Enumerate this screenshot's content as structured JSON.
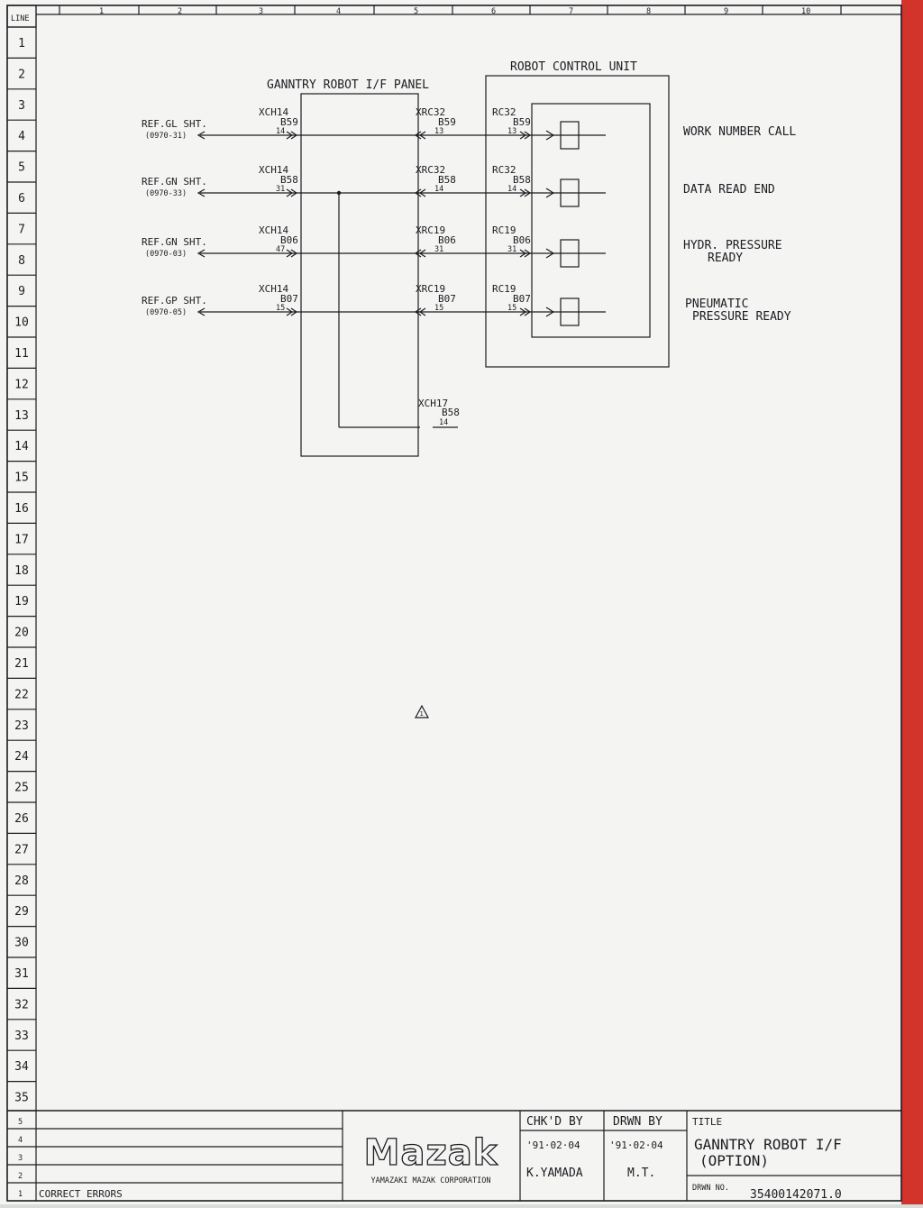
{
  "sheet": {
    "line_header": "LINE",
    "column_numbers": [
      "1",
      "2",
      "3",
      "4",
      "5",
      "6",
      "7",
      "8",
      "9",
      "10"
    ],
    "line_numbers": [
      "1",
      "2",
      "3",
      "4",
      "5",
      "6",
      "7",
      "8",
      "9",
      "10",
      "11",
      "12",
      "13",
      "14",
      "15",
      "16",
      "17",
      "18",
      "19",
      "20",
      "21",
      "22",
      "23",
      "24",
      "25",
      "26",
      "27",
      "28",
      "29",
      "30",
      "31",
      "32",
      "33",
      "34",
      "35"
    ]
  },
  "diagram": {
    "panel_title": "GANNTRY ROBOT I/F PANEL",
    "unit_title": "ROBOT CONTROL UNIT",
    "revision_marker": "1",
    "circuits": [
      {
        "ref": "REF.GL SHT.",
        "ref_sheet": "(0970-31)",
        "xch": "XCH14",
        "xch_wire": "B59",
        "xch_pin": "14",
        "xrc": "XRC32",
        "xrc_wire": "B59",
        "xrc_pin": "13",
        "rc": "RC32",
        "rc_wire": "B59",
        "rc_pin": "13",
        "signal": "WORK NUMBER CALL",
        "signal_2": ""
      },
      {
        "ref": "REF.GN SHT.",
        "ref_sheet": "(0970-33)",
        "xch": "XCH14",
        "xch_wire": "B58",
        "xch_pin": "31",
        "xrc": "XRC32",
        "xrc_wire": "B58",
        "xrc_pin": "14",
        "rc": "RC32",
        "rc_wire": "B58",
        "rc_pin": "14",
        "signal": "DATA READ END",
        "signal_2": ""
      },
      {
        "ref": "REF.GN SHT.",
        "ref_sheet": "(0970-03)",
        "xch": "XCH14",
        "xch_wire": "B06",
        "xch_pin": "47",
        "xrc": "XRC19",
        "xrc_wire": "B06",
        "xrc_pin": "31",
        "rc": "RC19",
        "rc_wire": "B06",
        "rc_pin": "31",
        "signal": "HYDR. PRESSURE",
        "signal_2": "READY"
      },
      {
        "ref": "REF.GP SHT.",
        "ref_sheet": "(0970-05)",
        "xch": "XCH14",
        "xch_wire": "B07",
        "xch_pin": "15",
        "xrc": "XRC19",
        "xrc_wire": "B07",
        "xrc_pin": "15",
        "rc": "RC19",
        "rc_wire": "B07",
        "rc_pin": "15",
        "signal": "PNEUMATIC",
        "signal_2": "PRESSURE READY"
      }
    ],
    "bottom_connector": {
      "name": "XCH17",
      "wire": "B58",
      "pin": "14"
    }
  },
  "title_block": {
    "revisions": [
      {
        "num": "5",
        "text": ""
      },
      {
        "num": "4",
        "text": ""
      },
      {
        "num": "3",
        "text": ""
      },
      {
        "num": "2",
        "text": ""
      },
      {
        "num": "1",
        "text": "CORRECT ERRORS"
      }
    ],
    "company_logo": "Mazak",
    "company_name": "YAMAZAKI MAZAK CORPORATION",
    "checked_by_label": "CHK'D BY",
    "checked_by_date": "'91·02·04",
    "checked_by_name": "K.YAMADA",
    "drawn_by_label": "DRWN BY",
    "drawn_by_date": "'91·02·04",
    "drawn_by_name": "M.T.",
    "title_label": "TITLE",
    "title_line1": "GANNTRY ROBOT I/F",
    "title_line2": "(OPTION)",
    "drawing_no_label": "DRWN NO.",
    "drawing_no": "35400142071.0"
  },
  "colors": {
    "paper": "#f4f5f2",
    "ink": "#1c1c22",
    "background": "#d9dcd8",
    "accent": "#d2342b"
  }
}
